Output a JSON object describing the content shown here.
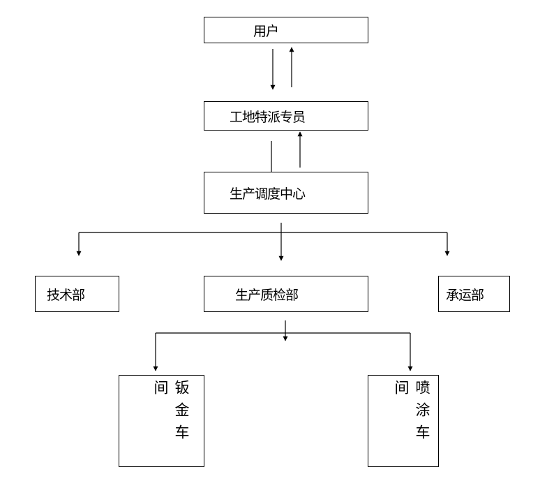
{
  "nodes": {
    "user": "用户",
    "site_agent": "工地特派专员",
    "dispatch_center": "生产调度中心",
    "tech_dept": "技术部",
    "qc_dept": "生产质检部",
    "transport_dept": "承运部",
    "sheet_metal_shop": "钣金车间",
    "spray_shop": "喷涂车间"
  },
  "edges": [
    {
      "from": "user",
      "to": "site_agent"
    },
    {
      "from": "site_agent",
      "to": "user"
    },
    {
      "from": "site_agent",
      "to": "dispatch_center"
    },
    {
      "from": "dispatch_center",
      "to": "site_agent"
    },
    {
      "from": "dispatch_center",
      "to": "tech_dept"
    },
    {
      "from": "dispatch_center",
      "to": "qc_dept"
    },
    {
      "from": "dispatch_center",
      "to": "transport_dept"
    },
    {
      "from": "qc_dept",
      "to": "sheet_metal_shop"
    },
    {
      "from": "qc_dept",
      "to": "spray_shop"
    }
  ]
}
